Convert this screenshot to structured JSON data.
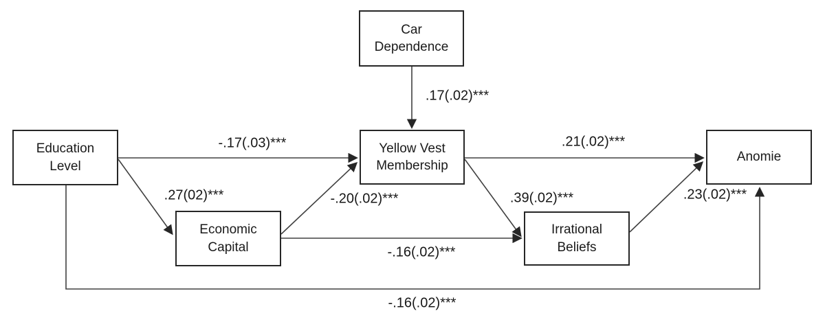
{
  "diagram": {
    "background_color": "#ffffff",
    "ink_color": "#1a1a1a",
    "line_color": "#404040",
    "nodes": {
      "car_dependence": {
        "label": "Car Dependence"
      },
      "education_level": {
        "label": "Education Level"
      },
      "yellow_vest": {
        "label": "Yellow Vest Membership"
      },
      "economic_capital": {
        "label": "Economic Capital"
      },
      "irrational_beliefs": {
        "label": "Irrational Beliefs"
      },
      "anomie": {
        "label": "Anomie"
      }
    },
    "edges": {
      "car_to_membership": {
        "from": "Car Dependence",
        "to": "Yellow Vest Membership",
        "label": ".17(.02)***"
      },
      "education_to_membership": {
        "from": "Education Level",
        "to": "Yellow Vest Membership",
        "label": "-.17(.03)***"
      },
      "education_to_economic": {
        "from": "Education Level",
        "to": "Economic Capital",
        "label": ".27(02)***"
      },
      "economic_to_membership": {
        "from": "Economic Capital",
        "to": "Yellow Vest Membership",
        "label": "-.20(.02)***"
      },
      "membership_to_anomie": {
        "from": "Yellow Vest Membership",
        "to": "Anomie",
        "label": ".21(.02)***"
      },
      "membership_to_irrational": {
        "from": "Yellow Vest Membership",
        "to": "Irrational Beliefs",
        "label": ".39(.02)***"
      },
      "economic_to_irrational": {
        "from": "Economic Capital",
        "to": "Irrational Beliefs",
        "label": "-.16(.02)***"
      },
      "irrational_to_anomie": {
        "from": "Irrational Beliefs",
        "to": "Anomie",
        "label": ".23(.02)***"
      },
      "education_to_anomie": {
        "from": "Education Level",
        "to": "Anomie",
        "label": "-.16(.02)***"
      }
    }
  }
}
